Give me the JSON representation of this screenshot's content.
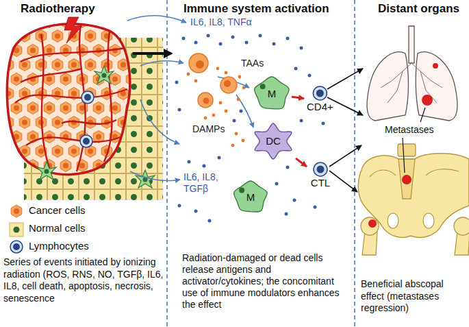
{
  "diagram": {
    "nodes": [
      {
        "text": [
          "M"
        ]
      },
      {
        "text": [
          "CD4+"
        ]
      },
      {
        "text": [
          "DC"
        ]
      },
      {
        "text": [
          "CTL"
        ]
      },
      {
        "text": [
          "M"
        ]
      }
    ],
    "edges": [
      {
        "from": 0,
        "to": 1,
        "arrow": "to"
      },
      {
        "from": 2,
        "to": 3,
        "arrow": "to"
      }
    ],
    "labels": [
      "Radiotherapy",
      "Immune system activation",
      "Distant organs",
      "IL6, IL8, TNFα",
      "TAAs",
      "DAMPs",
      "IL6, IL8, TGFβ",
      "Metastases",
      "Series of events initiated by ionizing radiation (ROS, RNS, NO, TGFβ, IL6, IL8, cell death, apoptosis, necrosis, senescence",
      "Radiation-damaged or dead cells release antigens and activator/cytokines; the concomitant use of immune modulators enhances the effect",
      "Beneficial abscopal effect (metastases regression)"
    ],
    "legend": [
      {
        "text": "Cancer cells"
      },
      {
        "text": "Normal cells"
      },
      {
        "text": "Lymphocytes"
      }
    ]
  }
}
